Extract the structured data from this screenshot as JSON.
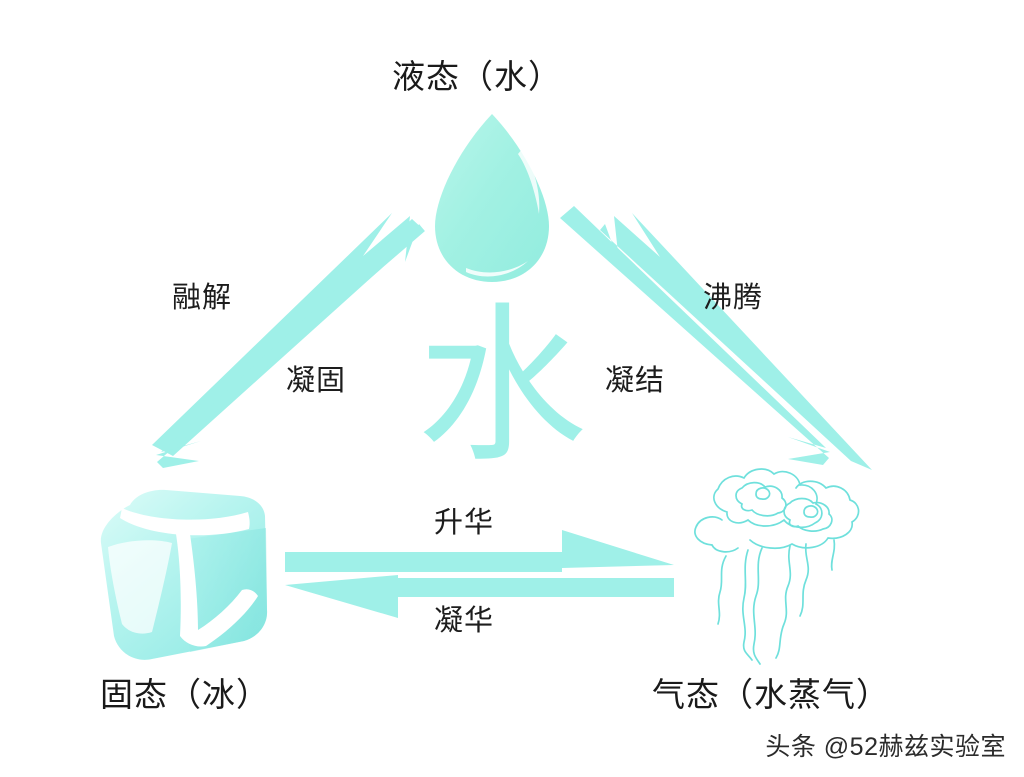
{
  "diagram": {
    "title": "",
    "center_glyph": "水",
    "colors": {
      "arrow": "#9ff0e8",
      "droplet": "#a5f2e5",
      "ice": "#b8f4ef",
      "steam_stroke": "#6fe0dc",
      "text": "#1a1a1a",
      "background": "#ffffff"
    },
    "nodes": [
      {
        "id": "liquid",
        "label": "液态（水）",
        "icon": "water-droplet-icon"
      },
      {
        "id": "solid",
        "label": "固态（冰）",
        "icon": "ice-cube-icon"
      },
      {
        "id": "gas",
        "label": "气态（水蒸气）",
        "icon": "steam-vapor-icon"
      }
    ],
    "edges": [
      {
        "id": "melt",
        "label": "融解",
        "from": "solid",
        "to": "liquid"
      },
      {
        "id": "freeze",
        "label": "凝固",
        "from": "liquid",
        "to": "solid"
      },
      {
        "id": "boil",
        "label": "沸腾",
        "from": "liquid",
        "to": "gas"
      },
      {
        "id": "condense",
        "label": "凝结",
        "from": "gas",
        "to": "liquid"
      },
      {
        "id": "sublime",
        "label": "升华",
        "from": "solid",
        "to": "gas"
      },
      {
        "id": "deposit",
        "label": "凝华",
        "from": "gas",
        "to": "solid"
      }
    ]
  },
  "watermark": {
    "text": "头条 @52赫兹实验室"
  }
}
